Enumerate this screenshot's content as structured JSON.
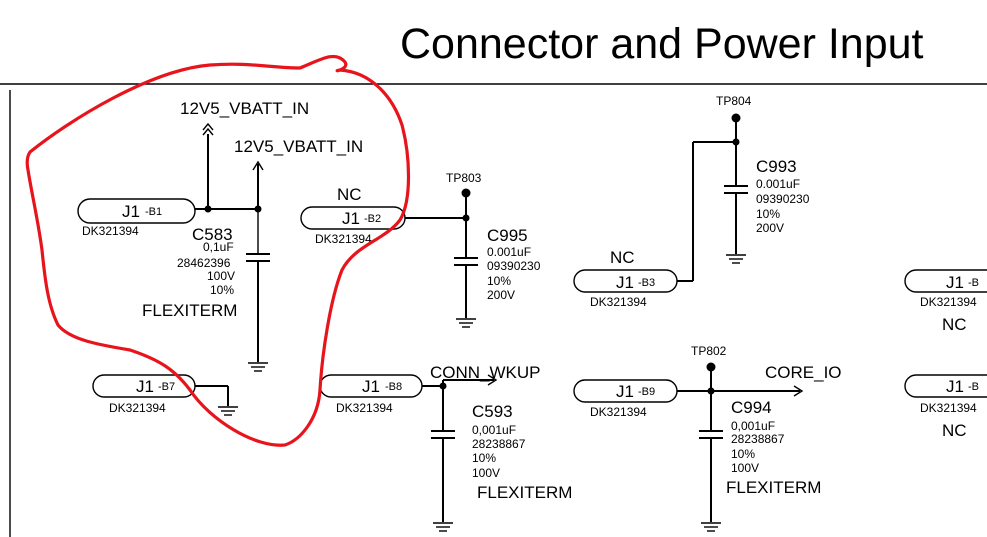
{
  "title": "Connector and Power Input",
  "nets": {
    "vbatt_1": "12V5_VBATT_IN",
    "vbatt_2": "12V5_VBATT_IN",
    "conn_wkup": "CONN_WKUP",
    "core_io": "CORE_IO",
    "nc_b2": "NC",
    "nc_b3": "NC",
    "nc_right_1": "NC",
    "nc_right_2": "NC"
  },
  "connectors": [
    {
      "id": "b1",
      "ref": "J1",
      "pin": "-B1",
      "part": "DK321394"
    },
    {
      "id": "b2",
      "ref": "J1",
      "pin": "-B2",
      "part": "DK321394"
    },
    {
      "id": "b3",
      "ref": "J1",
      "pin": "-B3",
      "part": "DK321394"
    },
    {
      "id": "b7",
      "ref": "J1",
      "pin": "-B7",
      "part": "DK321394"
    },
    {
      "id": "b8",
      "ref": "J1",
      "pin": "-B8",
      "part": "DK321394"
    },
    {
      "id": "b9",
      "ref": "J1",
      "pin": "-B9",
      "part": "DK321394"
    },
    {
      "id": "r1",
      "ref": "J1",
      "pin": "-B",
      "part": "DK321394"
    },
    {
      "id": "r2",
      "ref": "J1",
      "pin": "-B",
      "part": "DK321394"
    }
  ],
  "capacitors": [
    {
      "id": "c583",
      "ref": "C583",
      "value": "0,1uF",
      "part": "28462396",
      "voltage": "100V",
      "tolerance": "10%",
      "footprint": "FLEXITERM"
    },
    {
      "id": "c995",
      "ref": "C995",
      "value": "0.001uF",
      "part": "09390230",
      "tolerance": "10%",
      "voltage": "200V"
    },
    {
      "id": "c993",
      "ref": "C993",
      "value": "0.001uF",
      "part": "09390230",
      "tolerance": "10%",
      "voltage": "200V"
    },
    {
      "id": "c593",
      "ref": "C593",
      "value": "0,001uF",
      "part": "28238867",
      "tolerance": "10%",
      "voltage": "100V",
      "footprint": "FLEXITERM"
    },
    {
      "id": "c994",
      "ref": "C994",
      "value": "0,001uF",
      "part": "28238867",
      "tolerance": "10%",
      "voltage": "100V",
      "footprint": "FLEXITERM"
    }
  ],
  "test_points": {
    "tp802": "TP802",
    "tp803": "TP803",
    "tp804": "TP804"
  },
  "colors": {
    "wire": "#000000",
    "markup": "#e8141c"
  }
}
